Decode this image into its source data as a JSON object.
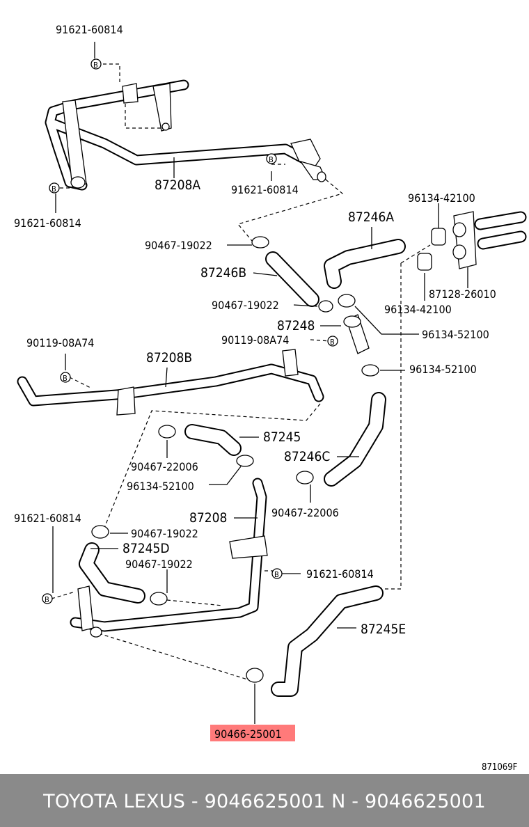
{
  "labels": {
    "l_91621_top": "91621-60814",
    "l_91621_left": "91621-60814",
    "l_87208A": "87208A",
    "l_91621_mid": "91621-60814",
    "l_87246A": "87246A",
    "l_96134_a": "96134-42100",
    "l_90467_a": "90467-19022",
    "l_87246B": "87246B",
    "l_87128": "87128-26010",
    "l_96134_b": "96134-42100",
    "l_90467_b": "90467-19022",
    "l_87248": "87248",
    "l_96134_52100_a": "96134-52100",
    "l_90119_left": "90119-08A74",
    "l_87208B": "87208B",
    "l_90119_mid": "90119-08A74",
    "l_96134_52100_b": "96134-52100",
    "l_87245": "87245",
    "l_90467_22006_a": "90467-22006",
    "l_87246C": "87246C",
    "l_96134_52100_c": "96134-52100",
    "l_90467_22006_b": "90467-22006",
    "l_87208": "87208",
    "l_91621_lower_left": "91621-60814",
    "l_90467_c": "90467-19022",
    "l_87245D": "87245D",
    "l_90467_d": "90467-19022",
    "l_91621_lower_mid": "91621-60814",
    "l_87245E": "87245E",
    "l_highlight": "90466-25001",
    "l_diagram_code": "871069F"
  },
  "bolt_marker": "B",
  "highlight_color": "#ff7a7a",
  "footer": {
    "text": "TOYOTA LEXUS - 9046625001     N - 9046625001",
    "background": "#8a8a8a"
  }
}
